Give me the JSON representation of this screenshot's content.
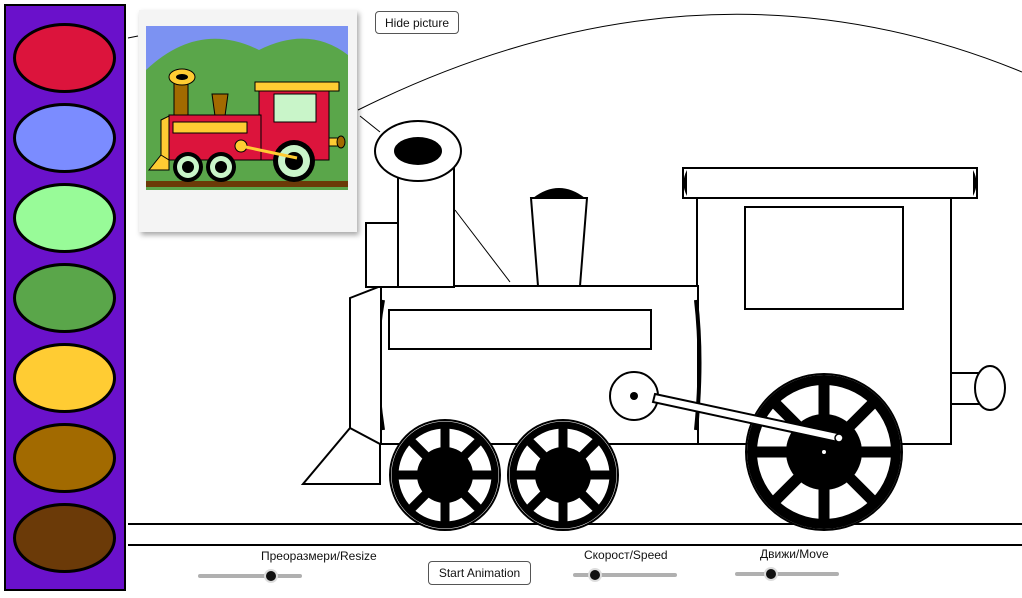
{
  "palette": {
    "colors": [
      "#dc143c",
      "#7b8cff",
      "#98fb98",
      "#5aa64a",
      "#ffcc33",
      "#a26a00",
      "#6b3a08"
    ],
    "names": [
      "red",
      "blue",
      "light-green",
      "green",
      "yellow",
      "ochre",
      "brown"
    ]
  },
  "buttons": {
    "hide_picture": "Hide picture",
    "start_animation": "Start Animation"
  },
  "sliders": {
    "resize": {
      "label": "Преоразмери/Resize",
      "value": 0.7
    },
    "speed": {
      "label": "Скорост/Speed",
      "value": 0.2
    },
    "move": {
      "label": "Движи/Move",
      "value": 0.35
    }
  },
  "reference_picture": {
    "sky": "#7c92f2",
    "hills": "#5aa64a",
    "body": "#dc143c",
    "trim": "#ffcc33",
    "chimney": "#a26a00",
    "window": "#c9f5c9"
  }
}
